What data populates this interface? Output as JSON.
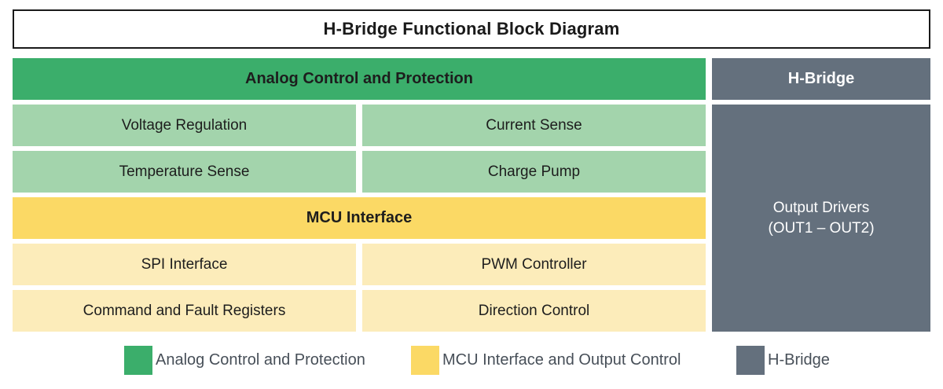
{
  "title": "H-Bridge Functional Block Diagram",
  "colors": {
    "green": "#3bae6b",
    "light_green": "#a3d4ac",
    "yellow": "#fbd965",
    "light_yellow": "#fcecba",
    "gray": "#64707d",
    "border": "#1a1a1a",
    "text": "#1d1d1d",
    "legend_text": "#474f58"
  },
  "analog_section": {
    "header": "Analog Control and Protection",
    "cells": [
      "Voltage Regulation",
      "Current Sense",
      "Temperature Sense",
      "Charge Pump"
    ]
  },
  "mcu_section": {
    "header": "MCU Interface",
    "cells": [
      "SPI Interface",
      "PWM Controller",
      "Command and Fault Registers",
      "Direction Control"
    ]
  },
  "hbridge_section": {
    "header": "H-Bridge",
    "block_line1": "Output Drivers",
    "block_line2": "(OUT1 – OUT2)"
  },
  "legend": {
    "items": [
      {
        "label": "Analog Control and Protection",
        "color": "#3bae6b"
      },
      {
        "label": "MCU Interface and Output Control",
        "color": "#fbd965"
      },
      {
        "label": "H-Bridge",
        "color": "#64707d"
      }
    ]
  }
}
